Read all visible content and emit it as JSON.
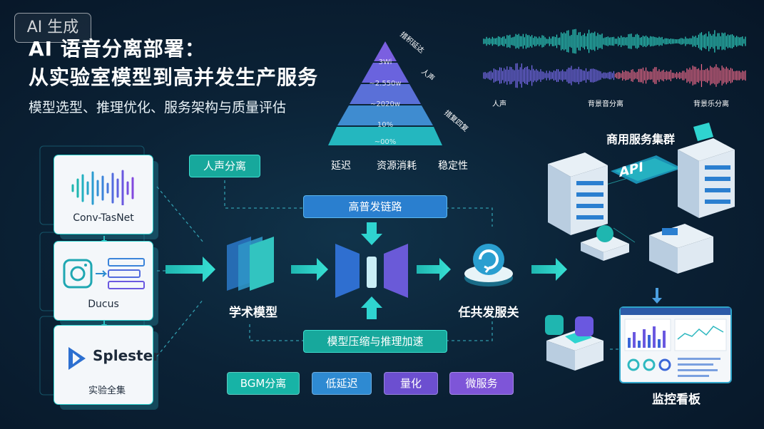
{
  "badge": "AI 生成",
  "title": {
    "line1": "AI 语音分离部署：",
    "line2": "从实验室模型到高并发生产服务"
  },
  "subtitle": "模型选型、推理优化、服务架构与质量评估",
  "models": [
    {
      "name": "Conv-TasNet",
      "sub": ""
    },
    {
      "name": "Ducus",
      "sub": ""
    },
    {
      "name": "Splester",
      "sub": "实验全集"
    }
  ],
  "tags": {
    "vocal": "人声分离",
    "pipeline": "高普发链路",
    "compress": "模型压缩与推理加速"
  },
  "labels": {
    "academic": "学术模型",
    "gateway": "任共发服关",
    "cluster": "商用服务集群",
    "monitor": "监控看板",
    "api": "API"
  },
  "pyramid": {
    "tiers": [
      "3Wi",
      "~2.550w",
      "~2020w",
      "10%",
      "~00%"
    ],
    "sides": [
      "措积延达",
      "人声",
      "措复四复"
    ],
    "bottom": [
      "延迟",
      "资源消耗",
      "稳定性"
    ]
  },
  "waves": {
    "labels": [
      "人声",
      "背景音分离",
      "背景乐分离"
    ],
    "colors": [
      "#2fd4c4",
      "#7b6cf0",
      "#f06a8a"
    ]
  },
  "bottom_tags": [
    {
      "label": "BGM分离",
      "color": "#17b3a6"
    },
    {
      "label": "低延迟",
      "color": "#2e8ad2"
    },
    {
      "label": "量化",
      "color": "#6c4fd0"
    },
    {
      "label": "微服务",
      "color": "#7e55d8"
    }
  ]
}
